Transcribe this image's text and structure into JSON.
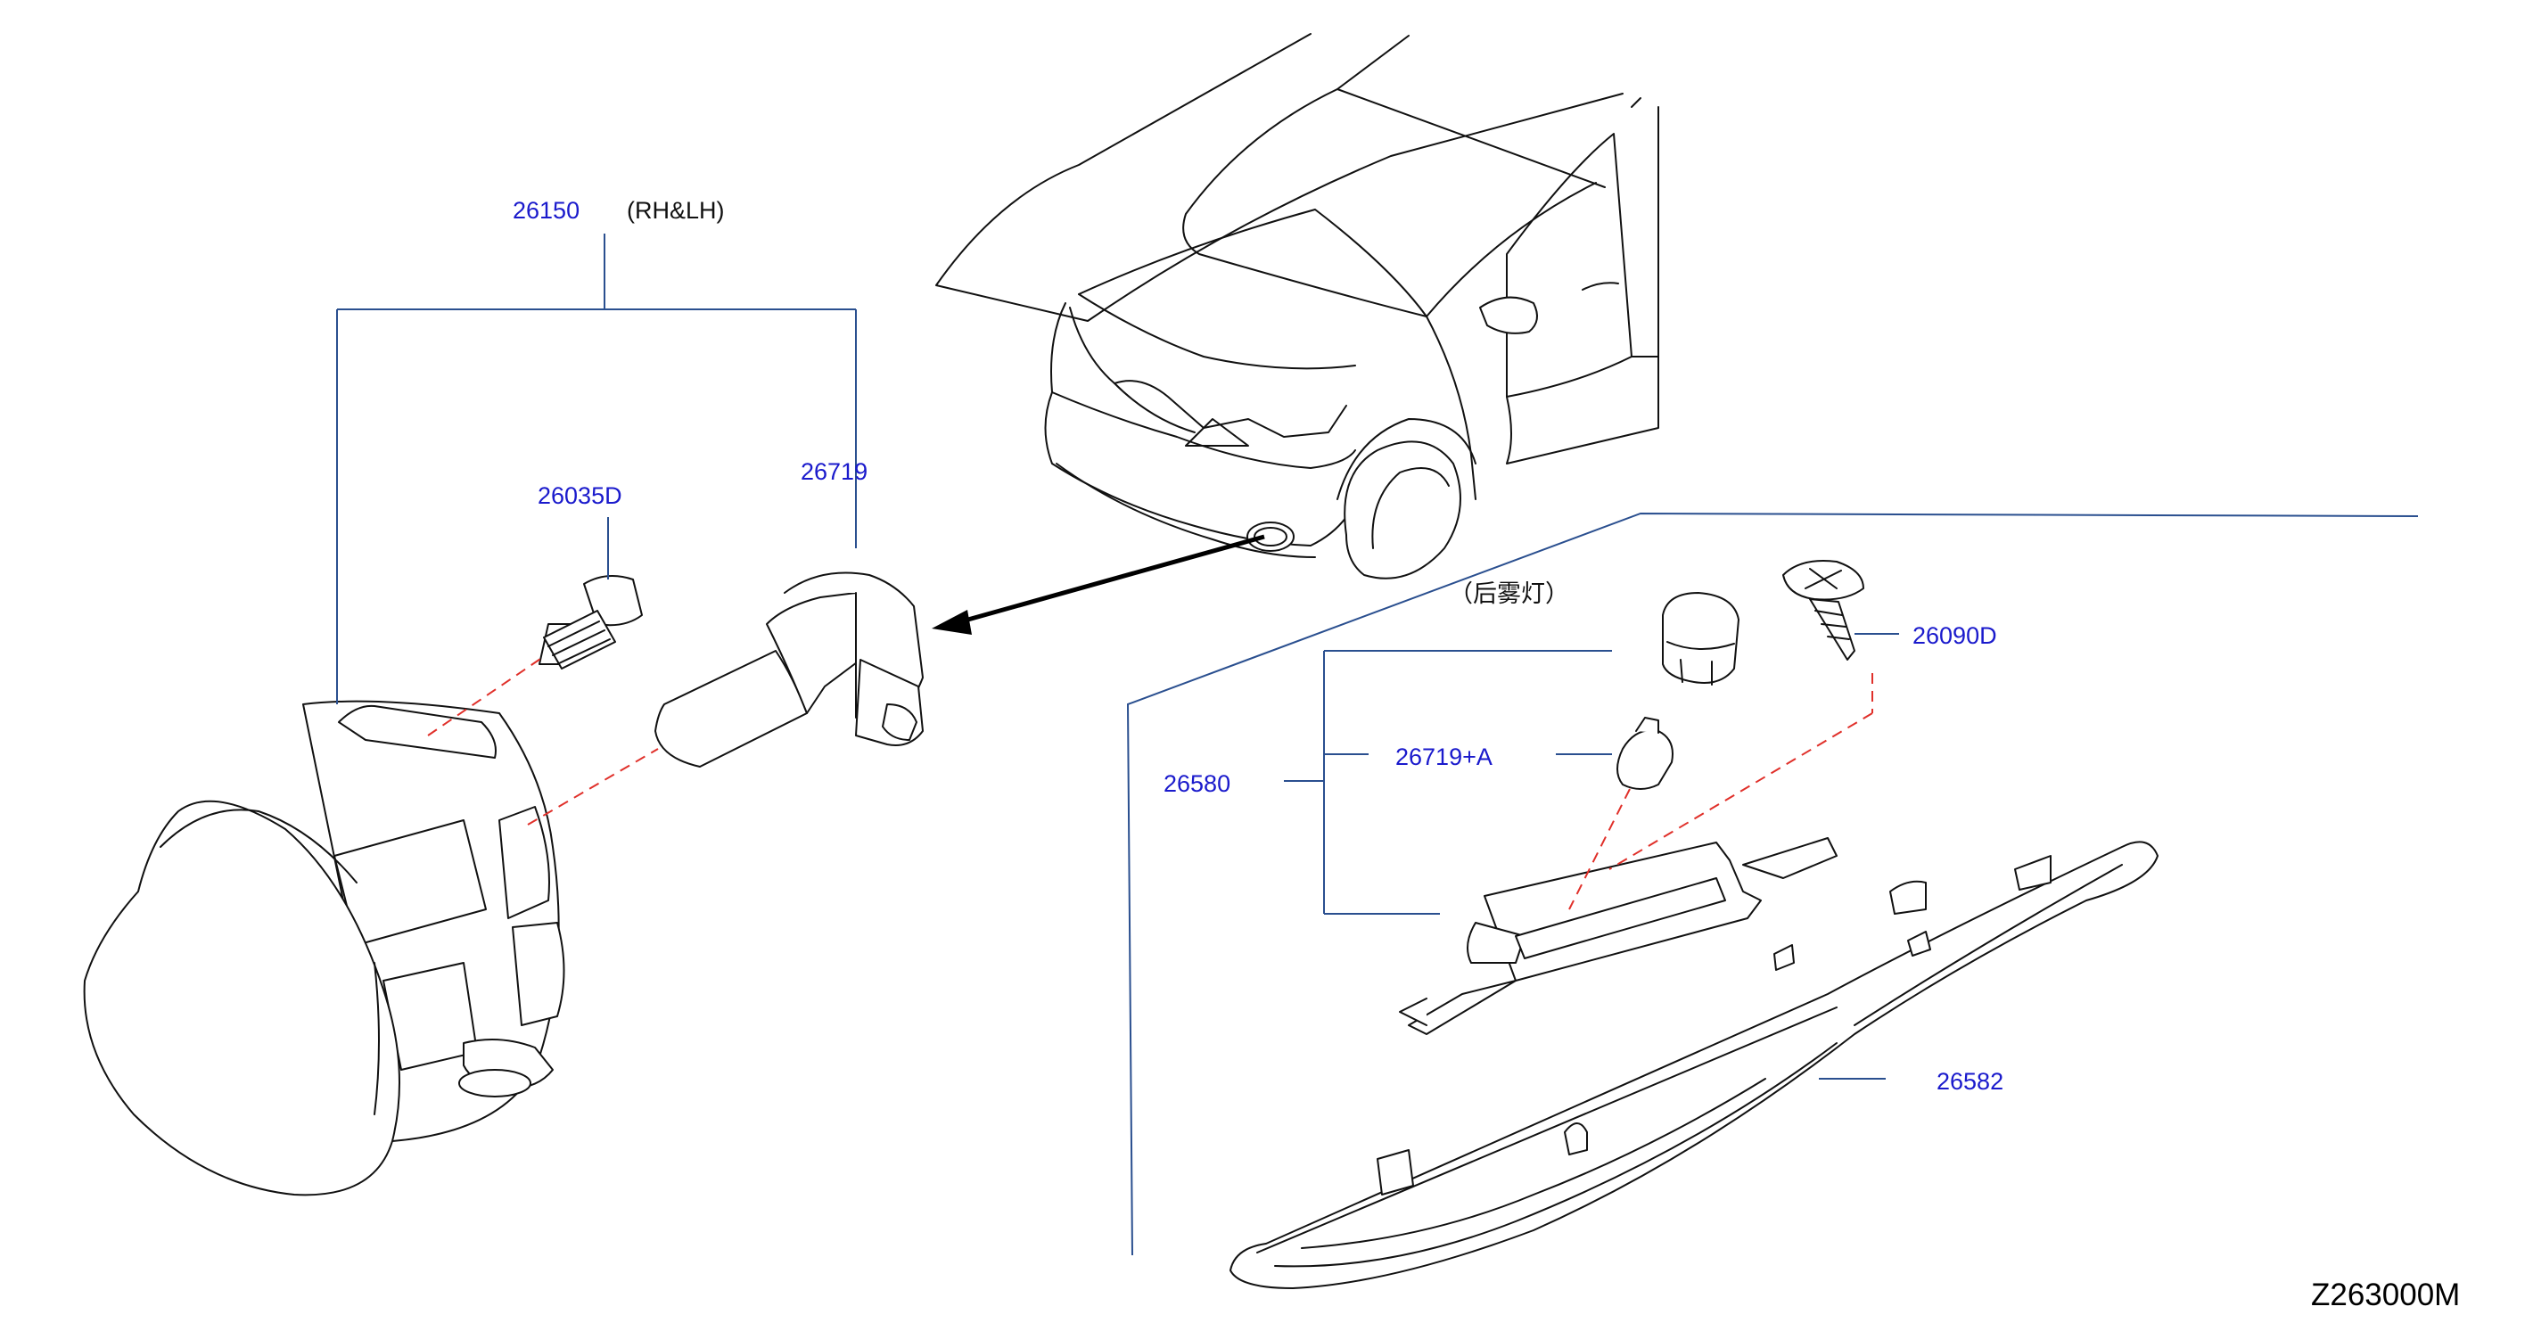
{
  "parts": {
    "fog_lamp_assembly": {
      "number": "26150",
      "note": "(RH&LH)"
    },
    "bolt": {
      "number": "26035D"
    },
    "bulb": {
      "number": "26719"
    },
    "rear_fog_lamp_note": "（后雾灯）",
    "screw": {
      "number": "26090D"
    },
    "rear_lamp_assembly": {
      "number": "26580"
    },
    "rear_bulb": {
      "number": "26719+A"
    },
    "finisher": {
      "number": "26582"
    }
  },
  "diagram_code": "Z263000M",
  "colors": {
    "part_number": "#1a1acc",
    "leader_line": "#2a4f8f",
    "dashed_line": "#e0302a",
    "outline": "#111111"
  }
}
